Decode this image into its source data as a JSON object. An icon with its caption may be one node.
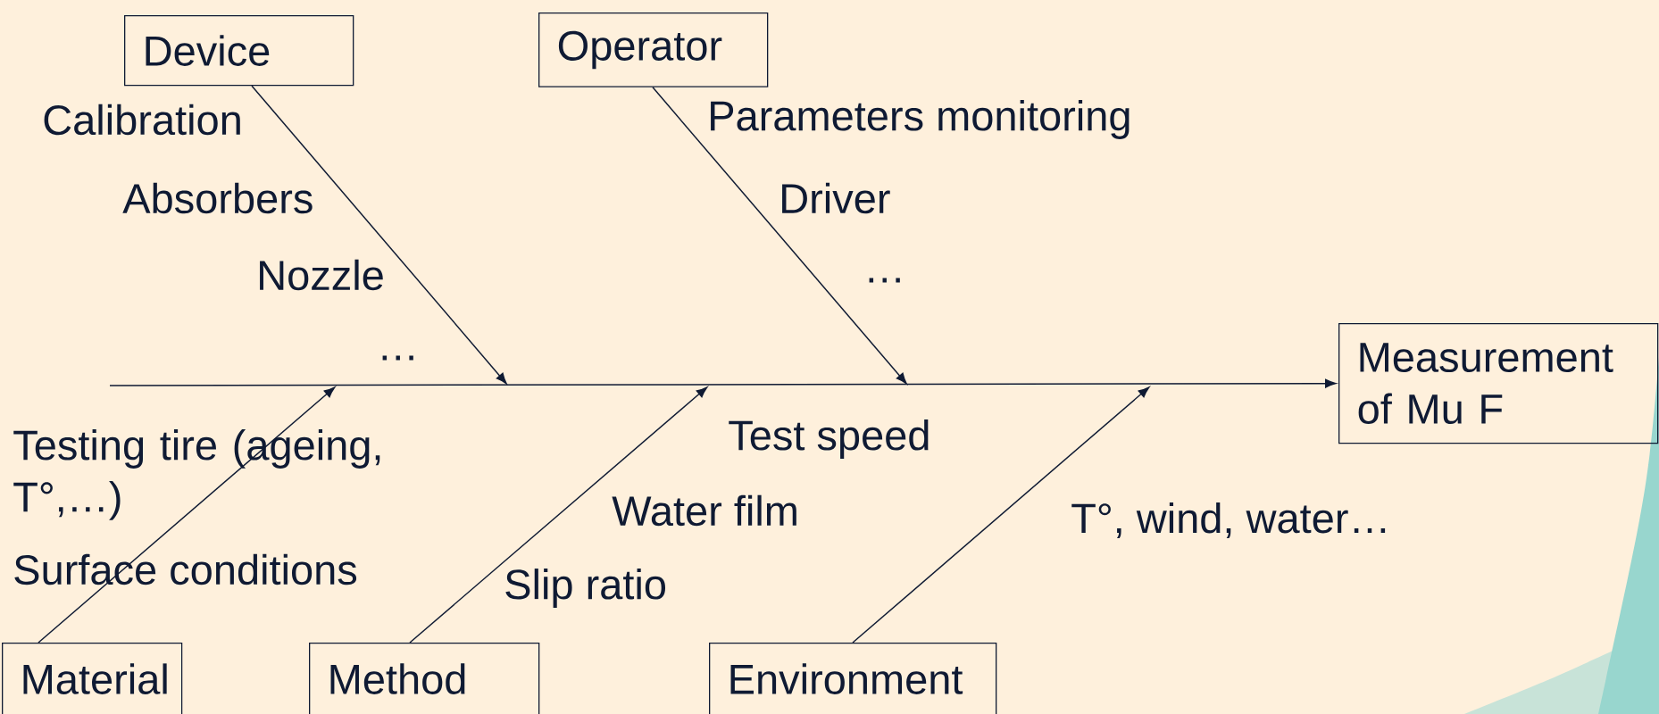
{
  "diagram": {
    "nodes": [
      {
        "text": [
          "Device"
        ]
      },
      {
        "text": [
          "Operator"
        ]
      },
      {
        "text": [
          "Measurement of Mu F"
        ]
      },
      {
        "text": [
          "Material"
        ]
      },
      {
        "text": [
          "Method"
        ]
      },
      {
        "text": [
          "Environment"
        ]
      }
    ],
    "edges": [
      {
        "from": null,
        "to": 2,
        "arrow": "to"
      },
      {
        "from": 0,
        "to": null,
        "arrow": "to"
      },
      {
        "from": 1,
        "to": null,
        "arrow": "to"
      },
      {
        "from": 3,
        "to": null,
        "arrow": "to"
      },
      {
        "from": 4,
        "to": null,
        "arrow": "to"
      },
      {
        "from": 5,
        "to": null,
        "arrow": "to"
      }
    ],
    "labels": [
      "Calibration",
      "Parameters monitoring",
      "Absorbers",
      "Driver",
      "Nozzle",
      "…",
      "…",
      "Testing tire (ageing, T°,…)",
      "Test speed",
      "Water film",
      "T°, wind, water…",
      "Surface conditions",
      "Slip ratio"
    ]
  }
}
